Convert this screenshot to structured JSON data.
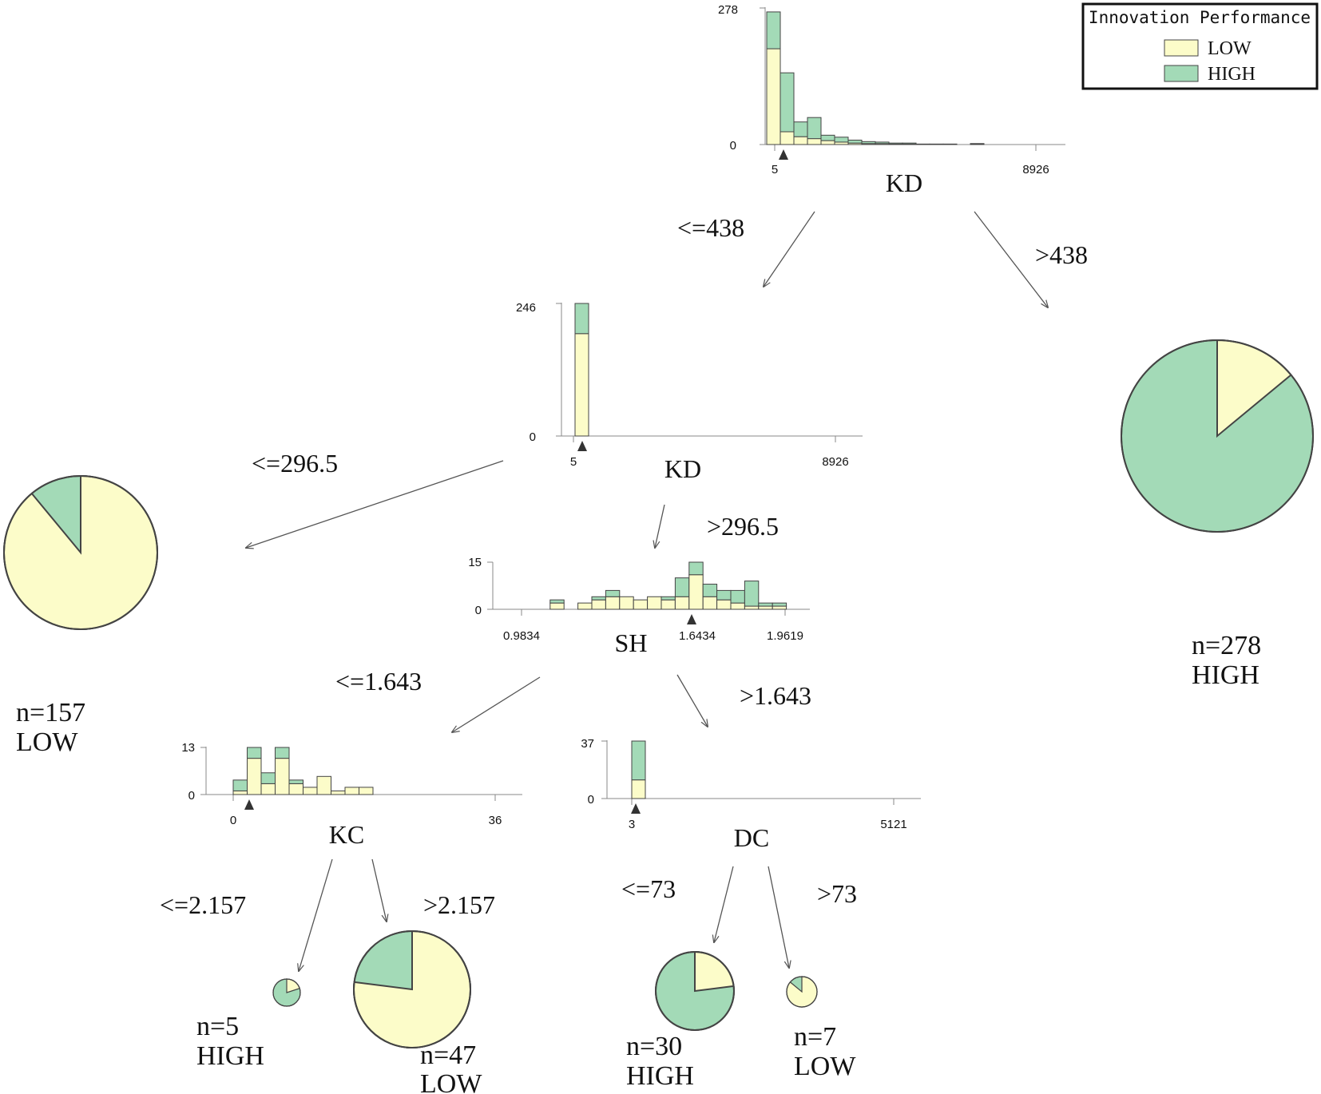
{
  "colors": {
    "low": "#fcfcc9",
    "high": "#a3dab7",
    "outline": "#444444",
    "axis": "#888888",
    "arrow": "#555555",
    "text": "#111111"
  },
  "legend": {
    "title": "Innovation Performance",
    "items": [
      {
        "label": "LOW",
        "color": "#fcfcc9"
      },
      {
        "label": "HIGH",
        "color": "#a3dab7"
      }
    ]
  },
  "tree": {
    "nodes": {
      "root": {
        "variable": "KD",
        "y_max_label": "278",
        "y_min_label": "0",
        "x_min_label": "5",
        "x_max_label": "8926"
      },
      "node_kd2": {
        "variable": "KD",
        "y_max_label": "246",
        "y_min_label": "0",
        "x_min_label": "5",
        "x_max_label": "8926"
      },
      "node_sh": {
        "variable": "SH",
        "y_max_label": "15",
        "y_min_label": "0",
        "x_min_label": "0.9834",
        "x_split_label": "1.6434",
        "x_max_label": "1.9619"
      },
      "node_kc": {
        "variable": "KC",
        "y_max_label": "13",
        "y_min_label": "0",
        "x_min_label": "0",
        "x_max_label": "36"
      },
      "node_dc": {
        "variable": "DC",
        "y_max_label": "37",
        "y_min_label": "0",
        "x_min_label": "3",
        "x_max_label": "5121"
      }
    },
    "edges": {
      "root_left": "<=438",
      "root_right": ">438",
      "kd2_left": "<=296.5",
      "kd2_right": ">296.5",
      "sh_left": "<=1.643",
      "sh_right": ">1.643",
      "kc_left": "<=2.157",
      "kc_right": ">2.157",
      "dc_left": "<=73",
      "dc_right": ">73"
    },
    "leaves": {
      "leaf_right": {
        "n_label": "n=278",
        "class_label": "HIGH",
        "low_fraction": 0.14
      },
      "leaf_left": {
        "n_label": "n=157",
        "class_label": "LOW",
        "low_fraction": 0.89
      },
      "leaf_kc_left": {
        "n_label": "n=5",
        "class_label": "HIGH",
        "low_fraction": 0.2
      },
      "leaf_kc_right": {
        "n_label": "n=47",
        "class_label": "LOW",
        "low_fraction": 0.77
      },
      "leaf_dc_left": {
        "n_label": "n=30",
        "class_label": "HIGH",
        "low_fraction": 0.23
      },
      "leaf_dc_right": {
        "n_label": "n=7",
        "class_label": "LOW",
        "low_fraction": 0.86
      }
    }
  },
  "chart_data": [
    {
      "type": "bar",
      "title": "KD",
      "ylim": [
        0,
        278
      ],
      "series": [
        {
          "name": "LOW",
          "values": [
            195,
            26,
            16,
            12,
            8,
            5,
            3,
            2,
            2,
            1,
            1,
            0,
            0,
            0,
            0,
            1,
            0,
            0,
            0,
            0
          ]
        },
        {
          "name": "HIGH",
          "values": [
            75,
            120,
            30,
            43,
            11,
            10,
            6,
            4,
            3,
            2,
            2,
            1,
            1,
            1,
            0,
            1,
            0,
            0,
            0,
            0
          ]
        }
      ]
    },
    {
      "type": "bar",
      "title": "KD",
      "ylim": [
        0,
        246
      ],
      "series": [
        {
          "name": "LOW",
          "values": [
            190
          ]
        },
        {
          "name": "HIGH",
          "values": [
            56
          ]
        }
      ]
    },
    {
      "type": "bar",
      "title": "SH",
      "ylim": [
        0,
        15
      ],
      "series": [
        {
          "name": "LOW",
          "values": [
            0,
            0,
            2,
            0,
            2,
            3,
            4,
            4,
            3,
            4,
            3,
            4,
            11,
            4,
            3,
            2,
            1,
            1,
            1
          ]
        },
        {
          "name": "HIGH",
          "values": [
            0,
            0,
            1,
            0,
            0,
            1,
            2,
            0,
            0,
            0,
            1,
            6,
            4,
            4,
            3,
            4,
            8,
            1,
            1
          ]
        }
      ]
    },
    {
      "type": "bar",
      "title": "KC",
      "ylim": [
        0,
        13
      ],
      "series": [
        {
          "name": "LOW",
          "values": [
            1,
            10,
            3,
            10,
            3,
            2,
            5,
            1,
            2,
            2
          ]
        },
        {
          "name": "HIGH",
          "values": [
            3,
            3,
            3,
            3,
            1,
            0,
            0,
            0,
            0,
            0
          ]
        }
      ]
    },
    {
      "type": "bar",
      "title": "DC",
      "ylim": [
        0,
        37
      ],
      "series": [
        {
          "name": "LOW",
          "values": [
            12
          ]
        },
        {
          "name": "HIGH",
          "values": [
            25
          ]
        }
      ]
    }
  ]
}
